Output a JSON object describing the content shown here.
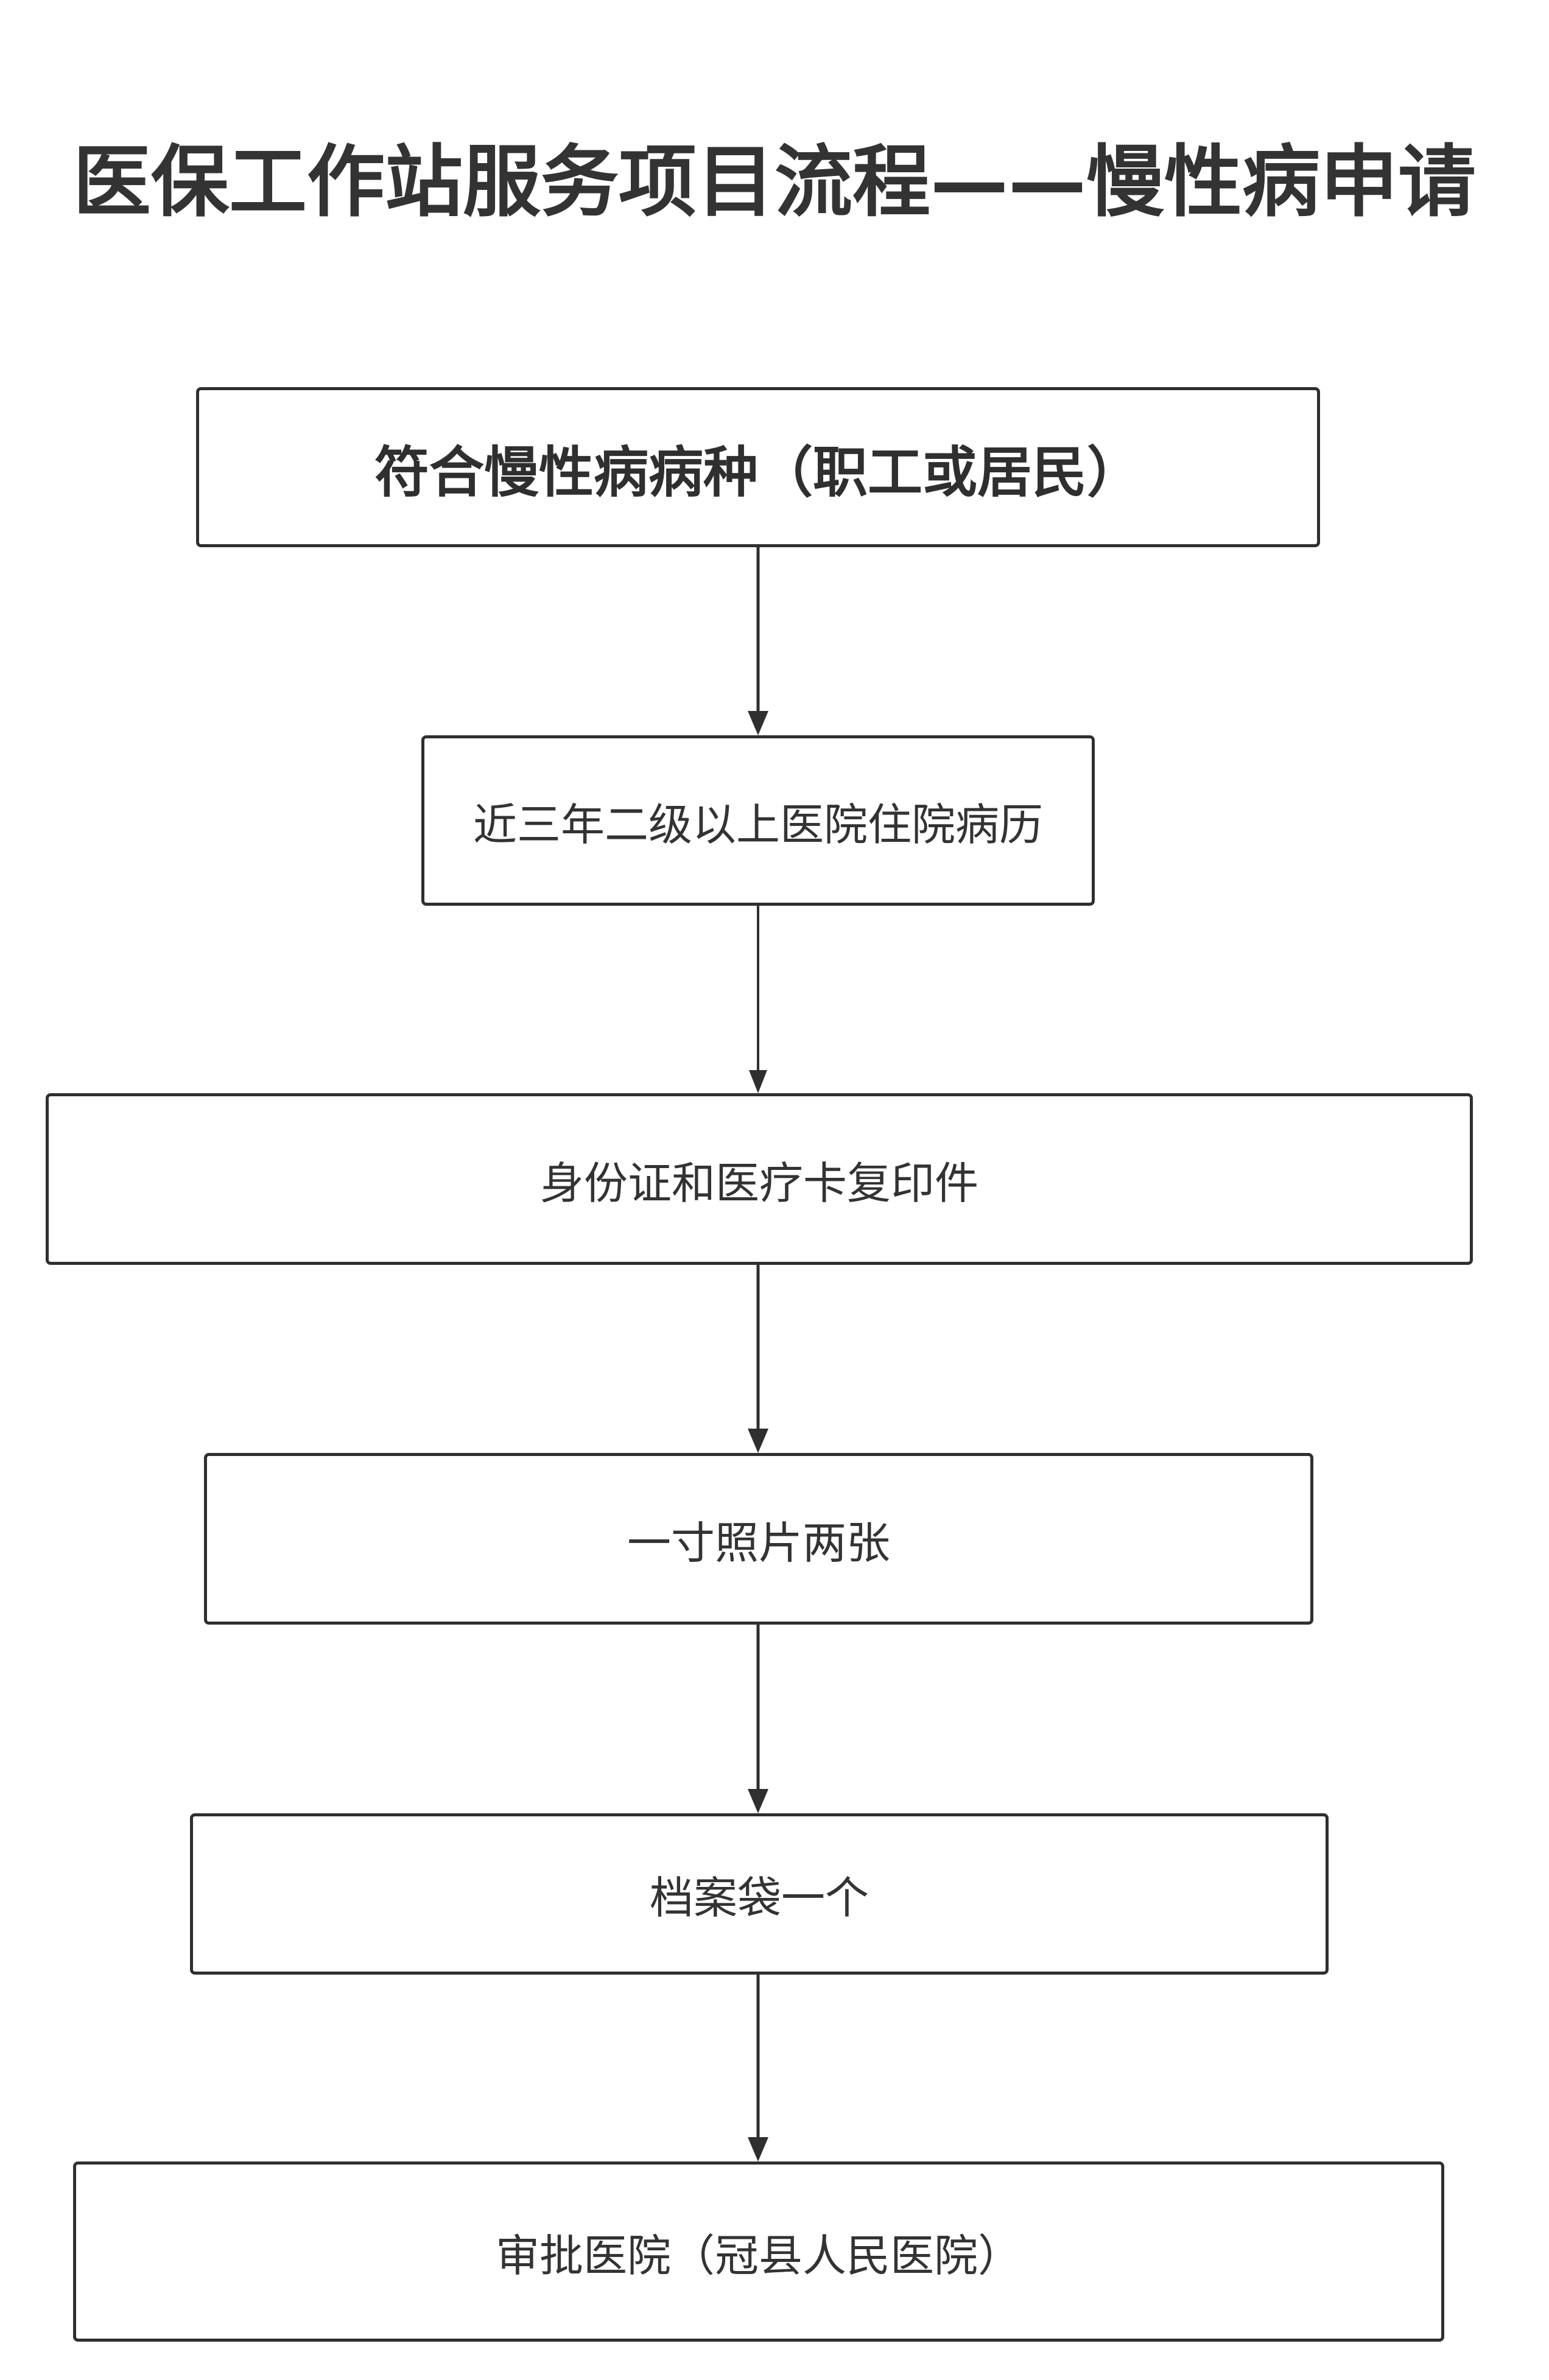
{
  "title": "医保工作站服务项目流程——慢性病申请",
  "nodes": [
    {
      "id": "n1",
      "label": "符合慢性病病种（职工或居民）"
    },
    {
      "id": "n2",
      "label": "近三年二级以上医院住院病历"
    },
    {
      "id": "n3",
      "label": "身份证和医疗卡复印件"
    },
    {
      "id": "n4",
      "label": "一寸照片两张"
    },
    {
      "id": "n5",
      "label": "档案袋一个"
    },
    {
      "id": "n6",
      "label": "审批医院（冠县人民医院）"
    }
  ],
  "edges": [
    {
      "from": "n1",
      "to": "n2"
    },
    {
      "from": "n2",
      "to": "n3"
    },
    {
      "from": "n3",
      "to": "n4"
    },
    {
      "from": "n4",
      "to": "n5"
    },
    {
      "from": "n5",
      "to": "n6"
    }
  ],
  "colors": {
    "stroke": "#2f2f2f",
    "text": "#333333",
    "background": "#ffffff"
  }
}
